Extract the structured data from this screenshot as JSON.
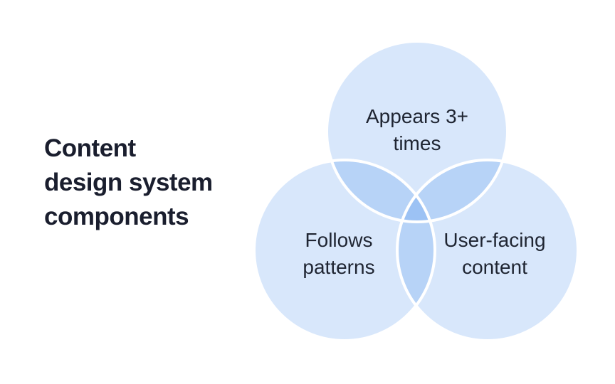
{
  "background": "#ffffff",
  "title": {
    "text": "Content design system components",
    "lines": [
      "Content",
      "design system",
      "components"
    ],
    "color": "#1a1e2e"
  },
  "venn": {
    "type": "venn-diagram",
    "fill_color": "#1a73e8",
    "fill_opacity": "0.17",
    "stroke_color": "#ffffff",
    "label_color": "#1f2532",
    "circles": [
      {
        "name": "appears-3-plus-times",
        "label": "Appears 3+ times",
        "label_lines": [
          "Appears 3+",
          "times"
        ]
      },
      {
        "name": "follows-patterns",
        "label": "Follows patterns",
        "label_lines": [
          "Follows",
          "patterns"
        ]
      },
      {
        "name": "user-facing-content",
        "label": "User-facing content",
        "label_lines": [
          "User-facing",
          "content"
        ]
      }
    ]
  }
}
